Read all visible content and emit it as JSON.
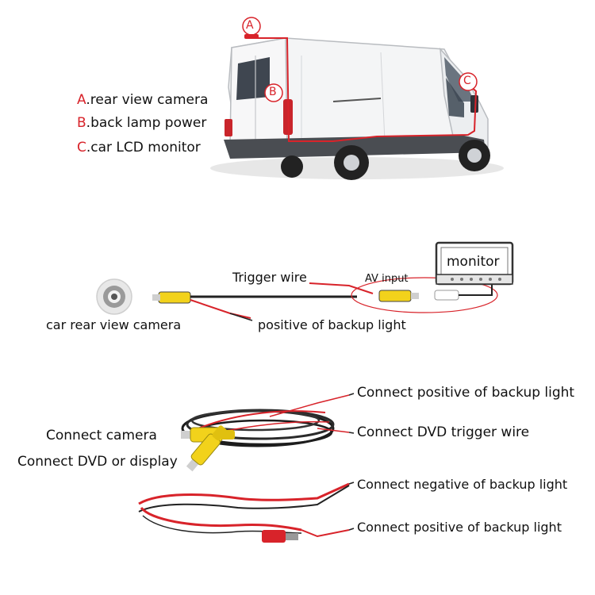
{
  "legend": [
    {
      "letter": "A",
      "text": ".rear view camera"
    },
    {
      "letter": "B",
      "text": ".back lamp power"
    },
    {
      "letter": "C",
      "text": ".car LCD monitor"
    }
  ],
  "van_markers": {
    "a": "A",
    "b": "B",
    "c": "C"
  },
  "wiring": {
    "monitor": "monitor",
    "trigger_wire": "Trigger wire",
    "av_input": "AV input",
    "camera": "car rear view camera",
    "positive_backup": "positive of backup light"
  },
  "cables": {
    "right_top": "Connect positive of backup light",
    "right_trigger": "Connect DVD trigger wire",
    "left_camera": "Connect camera",
    "left_display": "Connect DVD or display",
    "right_negative": "Connect negative of backup light",
    "right_positive": "Connect positive of backup light"
  },
  "colors": {
    "accent_red": "#d8232a",
    "rca_yellow": "#f2d21b"
  }
}
